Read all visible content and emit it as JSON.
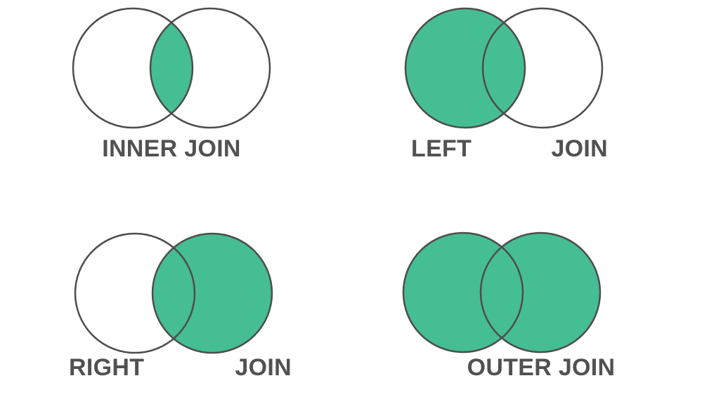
{
  "figure": {
    "kind": "sql-join-venn-infographic",
    "background": "#ffffff"
  },
  "colors": {
    "shade_green": "#45BE93",
    "circle_outline": "#4d4d4d",
    "label_text": "#515151",
    "background": "#ffffff"
  },
  "diagrams": [
    {
      "name": "inner-join",
      "label": {
        "layout": "centered",
        "text": "INNER JOIN"
      },
      "shaded_regions": {
        "left": false,
        "intersection": true,
        "right": false
      }
    },
    {
      "name": "left-join",
      "label": {
        "layout": "split",
        "left_word": "LEFT",
        "right_word": "JOIN"
      },
      "shaded_regions": {
        "left": true,
        "intersection": true,
        "right": false
      }
    },
    {
      "name": "right-join",
      "label": {
        "layout": "split",
        "left_word": "RIGHT",
        "right_word": "JOIN"
      },
      "shaded_regions": {
        "left": false,
        "intersection": true,
        "right": true
      }
    },
    {
      "name": "outer-join",
      "label": {
        "layout": "centered",
        "text": "OUTER JOIN"
      },
      "shaded_regions": {
        "left": true,
        "intersection": true,
        "right": true
      }
    }
  ]
}
